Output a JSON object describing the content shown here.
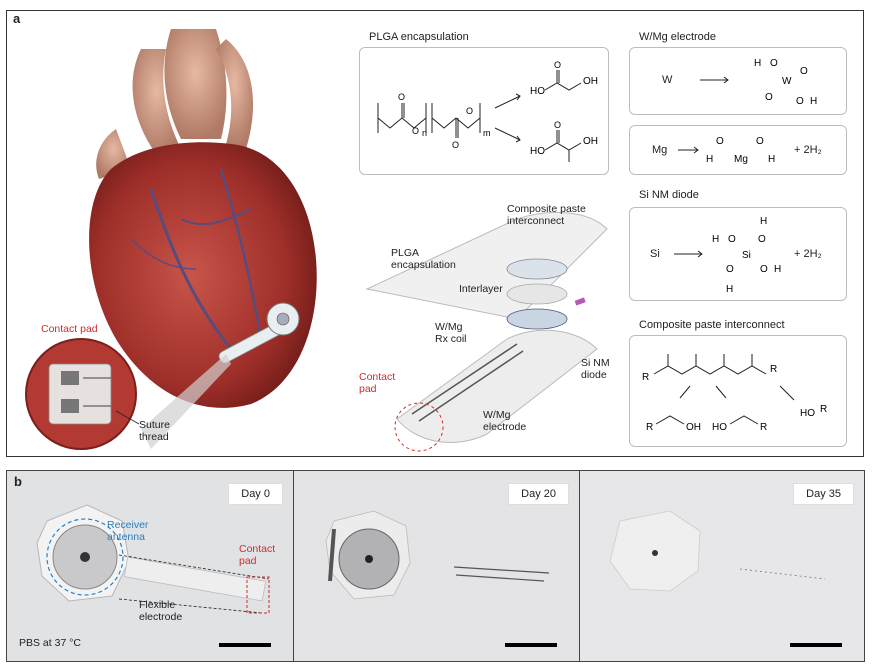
{
  "panel_a": {
    "letter": "a",
    "contact_pad_label": "Contact pad",
    "suture_label": "Suture\nthread",
    "plga_box": {
      "title": "PLGA encapsulation",
      "n": "n",
      "m": "m",
      "product1": "HO",
      "product1b": "OH",
      "product2": "HO",
      "product2b": "OH"
    },
    "wmg_box": {
      "title": "W/Mg electrode",
      "w": "W",
      "mg": "Mg",
      "h2": "+ 2H₂"
    },
    "si_box": {
      "title": "Si NM diode",
      "si": "Si",
      "h2": "+ 2H₂"
    },
    "paste_box": {
      "title": "Composite paste interconnect"
    },
    "exploded": {
      "composite": "Composite paste\ninterconnect",
      "plga": "PLGA\nencapsulation",
      "interlayer": "Interlayer",
      "coil": "W/Mg\nRx coil",
      "diode": "Si NM\ndiode",
      "contact": "Contact\npad",
      "electrode": "W/Mg\nelectrode"
    }
  },
  "panel_b": {
    "letter": "b",
    "photos": [
      {
        "day": "Day 0",
        "receiver": "Receiver\nantenna",
        "contact": "Contact\npad",
        "flexible": "Flexible\nelectrode",
        "pbs": "PBS at 37 °C"
      },
      {
        "day": "Day 20"
      },
      {
        "day": "Day 35"
      }
    ]
  },
  "colors": {
    "accent_red": "#d22b2b",
    "accent_blue": "#2a7fc0",
    "heart": "#a33a32"
  }
}
